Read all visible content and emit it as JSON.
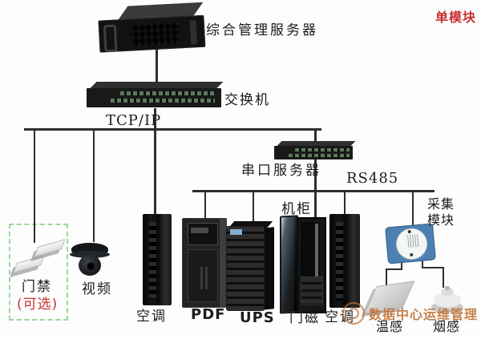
{
  "badge": {
    "text": "单模块",
    "color": "#c93030"
  },
  "nodes": {
    "server": {
      "label": "综合管理服务器",
      "icon": "rack-server"
    },
    "switch": {
      "label": "交换机",
      "icon": "network-switch"
    },
    "serial_server": {
      "label": "串口服务器",
      "icon": "serial-device-server"
    }
  },
  "buses": {
    "tcpip": {
      "label": "TCP/IP"
    },
    "rs485": {
      "label": "RS485"
    }
  },
  "devices": {
    "access": {
      "label": "门禁",
      "note": "(可选)",
      "optional": true,
      "icon": "door-magnet-pair"
    },
    "video": {
      "label": "视频",
      "icon": "dome-camera"
    },
    "ac1": {
      "label": "空调",
      "icon": "air-conditioner-column"
    },
    "pdf": {
      "label": "PDF",
      "icon": "power-distribution-cabinet"
    },
    "ups": {
      "label": "UPS",
      "icon": "ups-tower"
    },
    "cabinet": {
      "label": "机柜",
      "icon": "server-rack-open-door"
    },
    "door_sensor": {
      "label": "门磁"
    },
    "ac2": {
      "label": "空调",
      "icon": "air-conditioner-column"
    },
    "collector": {
      "label_line1": "采集",
      "label_line2": "模块",
      "icon": "collector-module"
    },
    "temp": {
      "label": "温感",
      "icon": "temperature-sensor-plate"
    },
    "smoke": {
      "label": "烟感",
      "icon": "smoke-detector"
    }
  },
  "watermark": {
    "text": "数据中心运维管理",
    "color": "#be7032"
  },
  "colors": {
    "line": "#2e2e2e",
    "optional_box_green": "#9cd69c",
    "accent_red": "#c93030",
    "module_blue": "#4d80b0",
    "background": "#fdfdfd"
  }
}
